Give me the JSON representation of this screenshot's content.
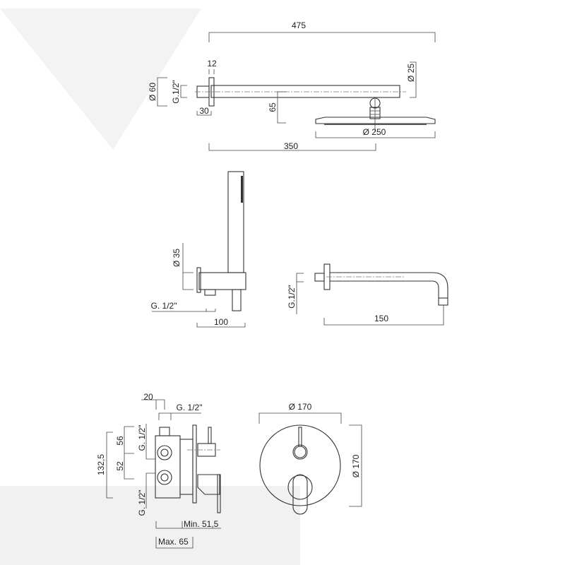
{
  "shower_arm": {
    "length_total": "475",
    "flange_thickness": "12",
    "flange_diameter": "Ø 60",
    "thread": "G.1/2\"",
    "nipple": "30",
    "drop": "65",
    "arm_diameter": "Ø 25",
    "head_diameter": "Ø 250",
    "head_position": "350"
  },
  "hand_shower": {
    "outlet_diameter": "Ø 35",
    "thread": "G. 1/2\"",
    "projection": "100"
  },
  "spout": {
    "thread": "G.1/2\"",
    "projection": "150"
  },
  "mixer_body": {
    "offset": "20",
    "top_thread": "G. 1/2\"",
    "upper_thread": "G. 1/2\"",
    "lower_thread": "G. 1/2\"",
    "height_total": "132,5",
    "upper_spacing": "56",
    "lower_spacing": "52",
    "min_depth": "Min. 51,5",
    "max_depth": "Max. 65"
  },
  "cover_plate": {
    "width": "Ø 170",
    "height": "Ø 170"
  }
}
